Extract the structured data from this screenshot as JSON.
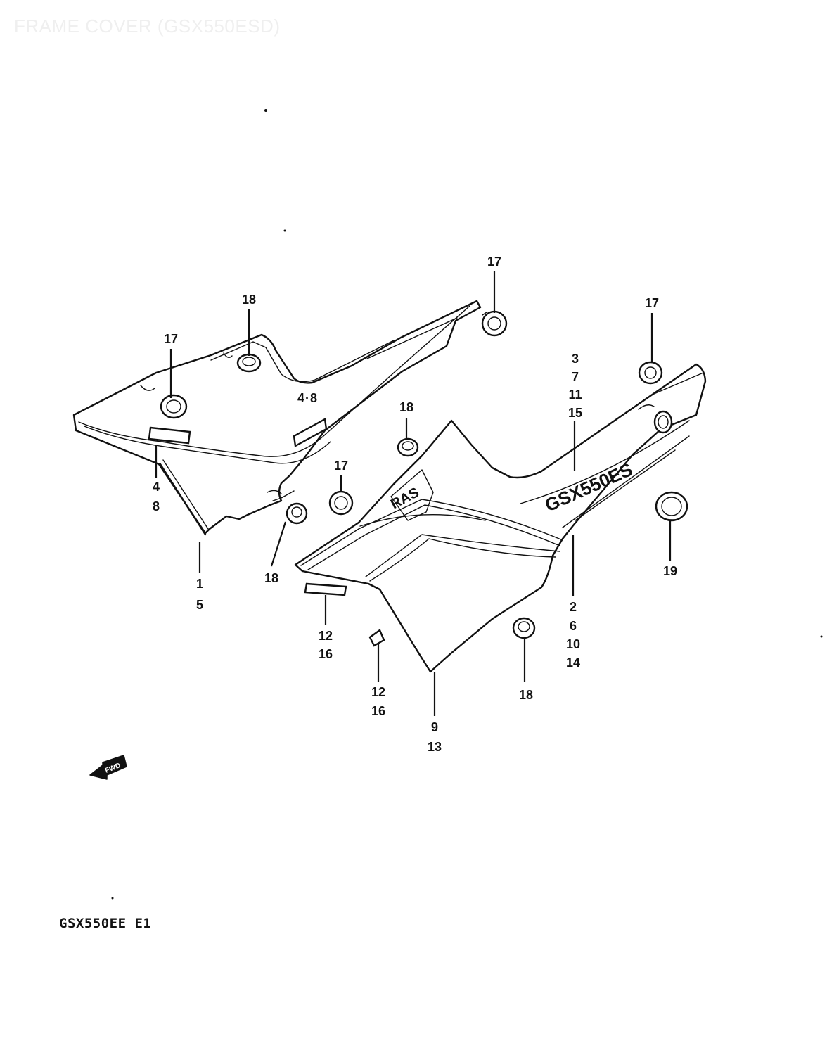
{
  "diagram": {
    "watermark_title": "FRAME COVER (GSX550ESD)",
    "model_code": "GSX550EE E1",
    "decal_text_main": "GSX550ES",
    "decal_text_small": "RAS",
    "fwd_arrow_text": "FWD",
    "callouts": {
      "c17_left": [
        "17"
      ],
      "c18_top": [
        "18"
      ],
      "c17_top_right_left_cover": [
        "17"
      ],
      "c17_far_right": [
        "17"
      ],
      "c4_8_label": [
        "4",
        "8"
      ],
      "c4_8_under": [
        "4",
        "8"
      ],
      "c1_5": [
        "1",
        "5"
      ],
      "c18_left_grommet": [
        "18"
      ],
      "c18_mid": [
        "18"
      ],
      "c17_mid": [
        "17"
      ],
      "c3_7_11_15": [
        "3",
        "7",
        "11",
        "15"
      ],
      "c19": [
        "19"
      ],
      "c2_6_10_14": [
        "2",
        "6",
        "10",
        "14"
      ],
      "c12_16_a": [
        "12",
        "16"
      ],
      "c12_16_b": [
        "12",
        "16"
      ],
      "c18_bottom": [
        "18"
      ],
      "c9_13": [
        "9",
        "13"
      ]
    }
  }
}
